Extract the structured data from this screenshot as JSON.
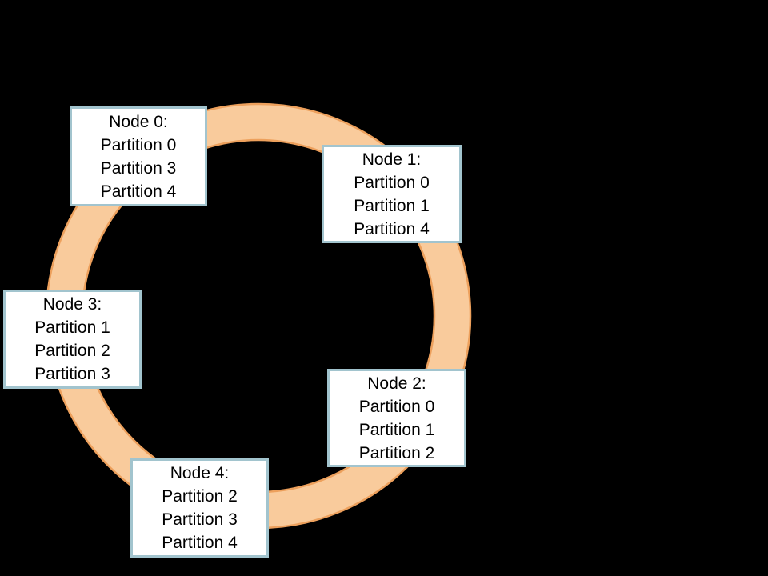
{
  "colors": {
    "background": "#000000",
    "ring_fill": "#F9CB9C",
    "ring_edge": "#EDA05C",
    "box_fill": "#FFFFFF",
    "box_border": "#A2C4CE",
    "text": "#000000"
  },
  "nodes": [
    {
      "title": "Node 0:",
      "partitions": [
        "Partition 0",
        "Partition 3",
        "Partition 4"
      ]
    },
    {
      "title": "Node 1:",
      "partitions": [
        "Partition 0",
        "Partition 1",
        "Partition 4"
      ]
    },
    {
      "title": "Node 2:",
      "partitions": [
        "Partition 0",
        "Partition 1",
        "Partition 2"
      ]
    },
    {
      "title": "Node 3:",
      "partitions": [
        "Partition 1",
        "Partition 2",
        "Partition 3"
      ]
    },
    {
      "title": "Node 4:",
      "partitions": [
        "Partition 2",
        "Partition 3",
        "Partition 4"
      ]
    }
  ]
}
